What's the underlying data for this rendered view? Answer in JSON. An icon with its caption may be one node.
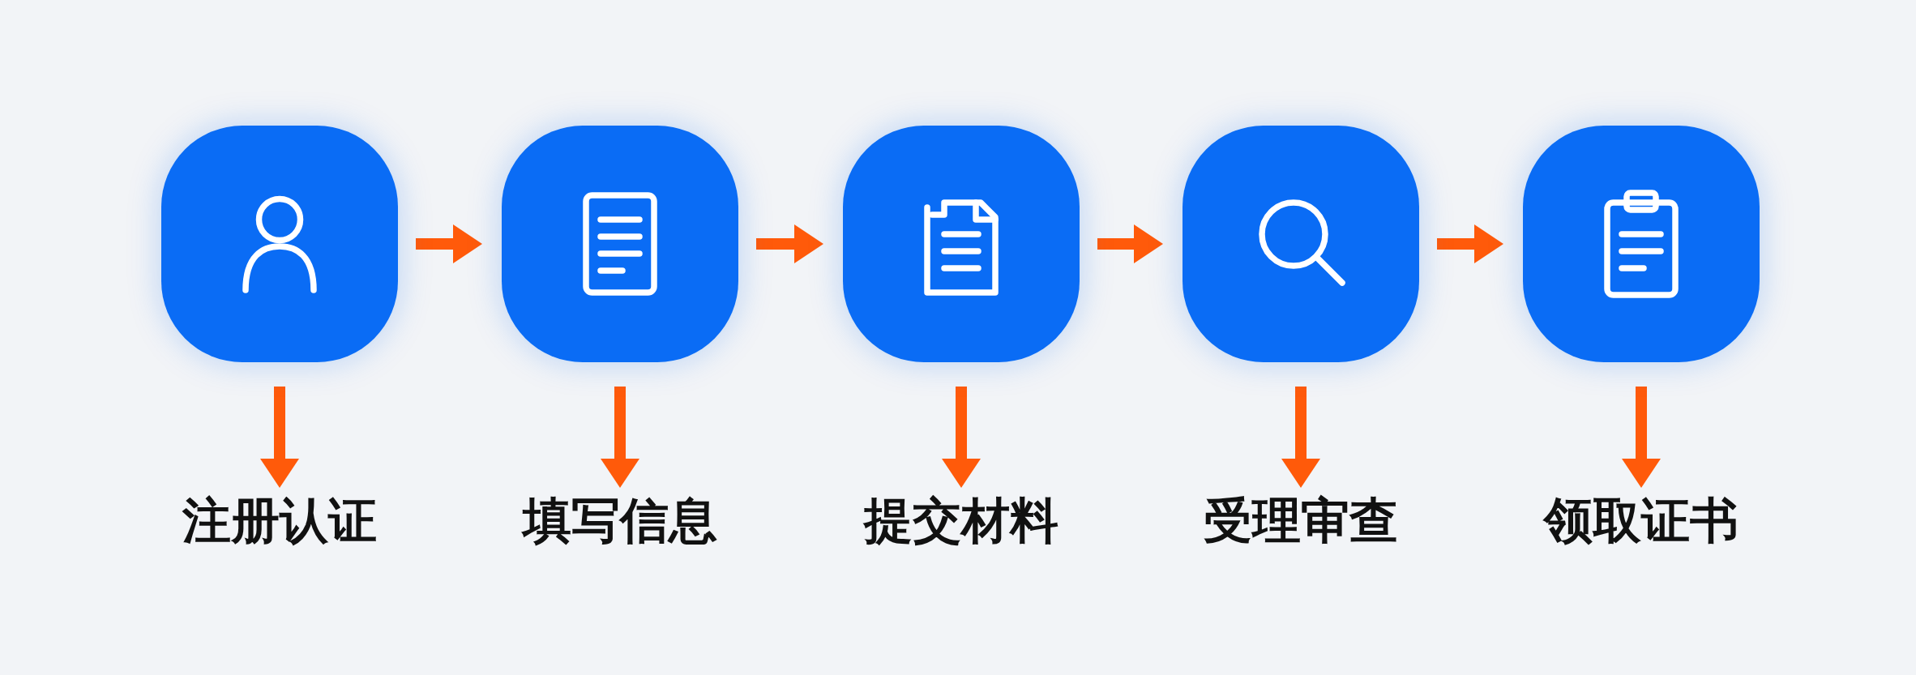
{
  "diagram": {
    "nodes": [
      {
        "text": [],
        "shape": "box"
      },
      {
        "text": [],
        "shape": "box"
      },
      {
        "text": [],
        "shape": "box"
      },
      {
        "text": [],
        "shape": "box"
      },
      {
        "text": [],
        "shape": "box"
      },
      {
        "text": [
          "注册认证"
        ]
      },
      {
        "text": [
          "填写信息"
        ]
      },
      {
        "text": [
          "提交材料"
        ]
      },
      {
        "text": [
          "受理审查"
        ]
      },
      {
        "text": [
          "领取证书"
        ]
      }
    ],
    "edges": [
      {
        "from": 0,
        "to": 1,
        "arrow": "to"
      },
      {
        "from": 1,
        "to": 2,
        "arrow": "to"
      },
      {
        "from": 2,
        "to": 3,
        "arrow": "to"
      },
      {
        "from": 3,
        "to": 4,
        "arrow": "to"
      },
      {
        "from": 0,
        "to": 5,
        "arrow": "to"
      },
      {
        "from": 1,
        "to": 6,
        "arrow": "to"
      },
      {
        "from": 2,
        "to": 7,
        "arrow": "to"
      },
      {
        "from": 3,
        "to": 8,
        "arrow": "to"
      },
      {
        "from": 4,
        "to": 9,
        "arrow": "to"
      }
    ]
  }
}
